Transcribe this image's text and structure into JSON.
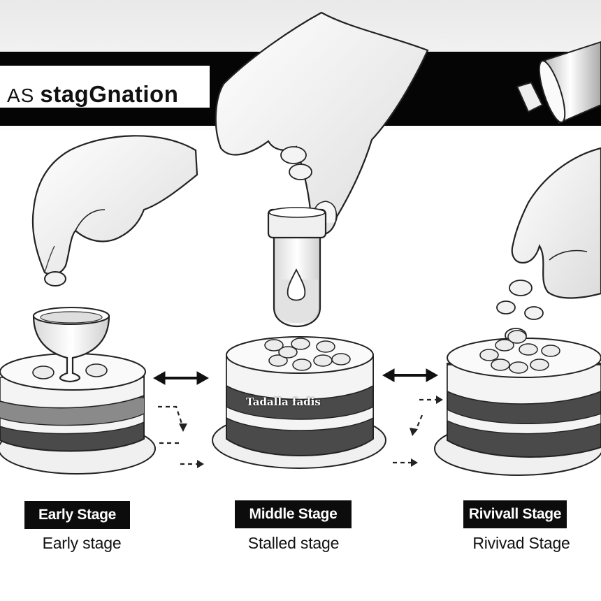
{
  "header": {
    "prefix": "AS",
    "title": "stagGnation"
  },
  "cake_imprint": "Tadalla fadis",
  "stages": [
    {
      "tag": "Early Stage",
      "caption": "Early stage"
    },
    {
      "tag": "Middle Stage",
      "caption": "Stalled stage"
    },
    {
      "tag": "Rivivall Stage",
      "caption": "Rivivad Stage"
    }
  ],
  "icons": [
    "left-hand-icon",
    "center-hand-icon",
    "right-hand-icon",
    "pill-vial-icon",
    "pill-bottle-icon",
    "goblet-icon",
    "double-arrow-icon",
    "dashed-arrow-icon"
  ],
  "colors": {
    "banner": "#050505",
    "tag_background": "#0c0c0c",
    "tier_dark": "#4a4a4a",
    "tier_light": "#f4f4f4"
  }
}
